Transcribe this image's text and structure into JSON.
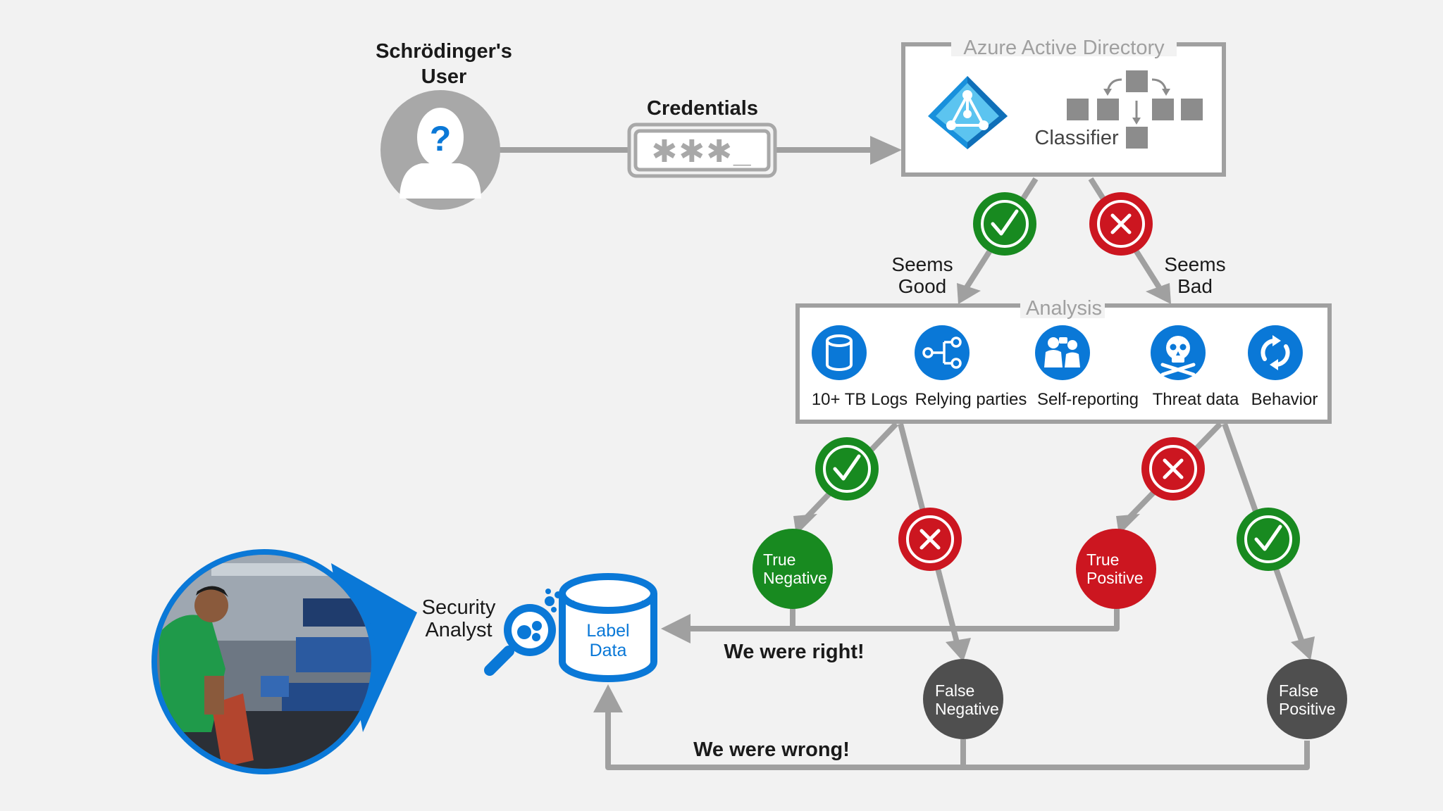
{
  "user": {
    "title_line1": "Schrödinger's",
    "title_line2": "User",
    "glyph": "?"
  },
  "credentials": {
    "label": "Credentials",
    "mask": "✱✱✱_"
  },
  "aad": {
    "title": "Azure Active Directory",
    "classifier_label": "Classifier"
  },
  "verdicts": {
    "good_line1": "Seems",
    "good_line2": "Good",
    "bad_line1": "Seems",
    "bad_line2": "Bad"
  },
  "analysis": {
    "title": "Analysis",
    "items": [
      {
        "label": "10+ TB Logs",
        "icon": "database-icon"
      },
      {
        "label": "Relying parties",
        "icon": "network-icon"
      },
      {
        "label": "Self-reporting",
        "icon": "people-icon"
      },
      {
        "label": "Threat data",
        "icon": "skull-icon"
      },
      {
        "label": "Behavior",
        "icon": "refresh-icon"
      }
    ]
  },
  "outcomes": {
    "true_negative": {
      "line1": "True",
      "line2": "Negative"
    },
    "true_positive": {
      "line1": "True",
      "line2": "Positive"
    },
    "false_negative": {
      "line1": "False",
      "line2": "Negative"
    },
    "false_positive": {
      "line1": "False",
      "line2": "Positive"
    }
  },
  "label_data": {
    "line1": "Label",
    "line2": "Data"
  },
  "analyst": {
    "line1": "Security",
    "line2": "Analyst"
  },
  "feedback": {
    "right": "We were right!",
    "wrong": "We were wrong!"
  },
  "colors": {
    "green": "#188a20",
    "red": "#cc1620",
    "blue": "#0a78d7",
    "dark_gray": "#4f4f4f",
    "gray": "#a0a0a0",
    "light_gray": "#b8b8b8"
  }
}
